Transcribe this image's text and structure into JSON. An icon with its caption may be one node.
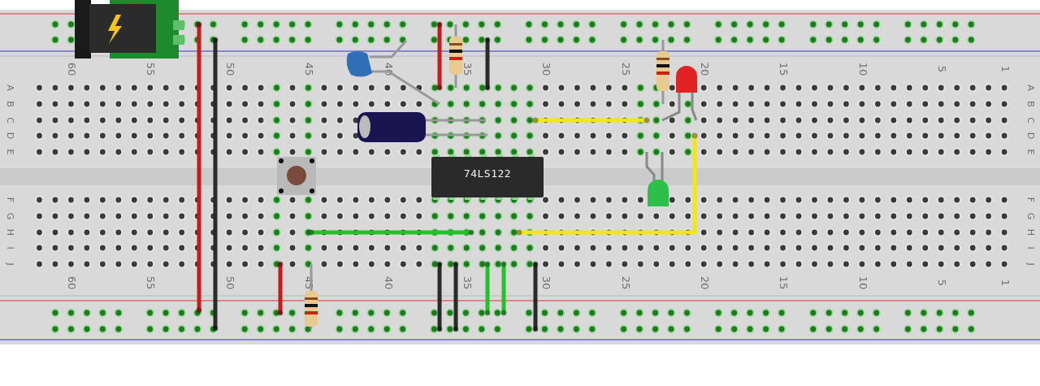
{
  "diagram": {
    "nodes": [
      {
        "text": [
          "74LS122"
        ]
      }
    ],
    "labels": [
      "60",
      "55",
      "50",
      "45",
      "40",
      "35",
      "30",
      "25",
      "20",
      "15",
      "10",
      "5",
      "1",
      "A",
      "B",
      "C",
      "D",
      "E",
      "A",
      "B",
      "C",
      "D",
      "E",
      "F",
      "G",
      "H",
      "I",
      "J",
      "F",
      "G",
      "H",
      "I",
      "J",
      "60",
      "55",
      "50",
      "45",
      "40",
      "35",
      "30",
      "25",
      "20",
      "15",
      "10",
      "5",
      "1"
    ]
  }
}
